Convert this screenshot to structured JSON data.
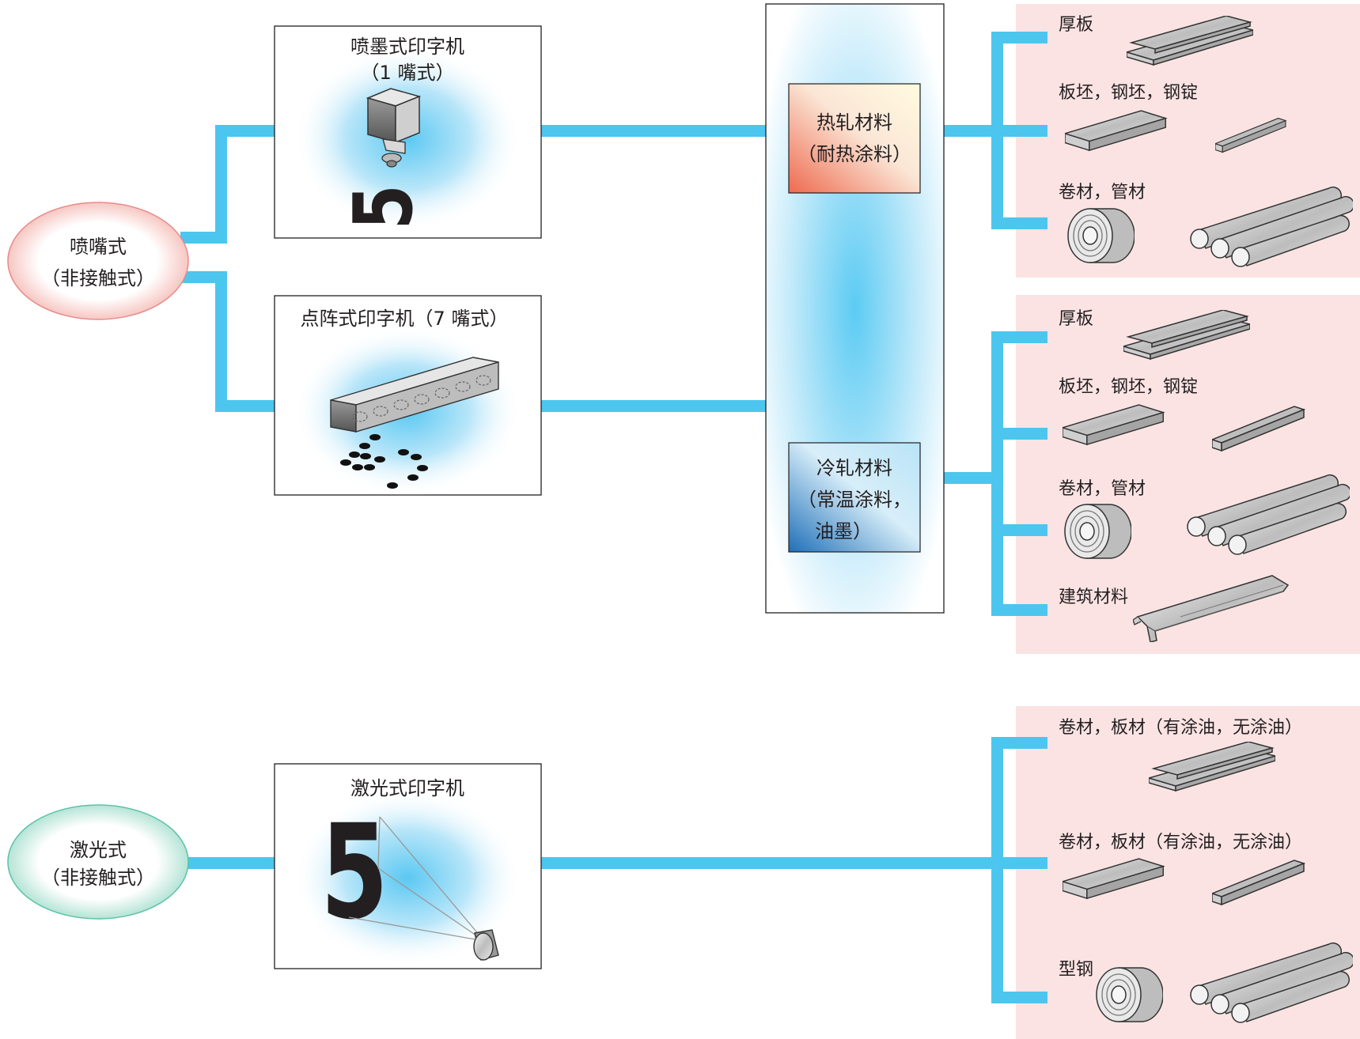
{
  "method_nozzle": {
    "line1": "喷嘴式",
    "line2": "（非接触式）"
  },
  "method_laser": {
    "line1": "激光式",
    "line2": "（非接触式）"
  },
  "printer_inkjet": {
    "title": "喷墨式印字机",
    "subtitle": "（1 嘴式）",
    "digit": "5"
  },
  "printer_dotmatrix": {
    "title": "点阵式印字机（7 嘴式）"
  },
  "printer_laser": {
    "title": "激光式印字机",
    "digit": "5"
  },
  "material_hot": {
    "line1": "热轧材料",
    "line2": "（耐热涂料）"
  },
  "material_cold": {
    "line1": "冷轧材料",
    "line2": "（常温涂料，",
    "line3": "油墨）"
  },
  "panel_hot": {
    "items": [
      {
        "label": "厚板",
        "icon": "thick-plate-icon"
      },
      {
        "label": "板坯，钢坯，钢锭",
        "icon": "slab-billet-icon"
      },
      {
        "label": "卷材，管材",
        "icon": "coil-pipe-icon"
      }
    ]
  },
  "panel_cold": {
    "items": [
      {
        "label": "厚板",
        "icon": "thick-plate-icon"
      },
      {
        "label": "板坯，钢坯，钢锭",
        "icon": "slab-billet-icon"
      },
      {
        "label": "卷材，管材",
        "icon": "coil-pipe-icon"
      },
      {
        "label": "建筑材料",
        "icon": "building-material-icon"
      }
    ]
  },
  "panel_laser": {
    "items": [
      {
        "label": "卷材，板材（有涂油，无涂油）",
        "icon": "thick-plate-icon"
      },
      {
        "label": "卷材，板材（有涂油，无涂油）",
        "icon": "slab-billet-icon"
      },
      {
        "label": "型钢",
        "icon": "coil-pipe-icon"
      }
    ]
  },
  "colors": {
    "connector": "#4cc6ee",
    "panel_bg": "#fbe3e3",
    "nozzle_ellipse_border": "#e98a8a",
    "laser_ellipse_border": "#5bc2a8",
    "hot_gradient": "#ee6a4f",
    "cold_gradient": "#1f6fb8"
  }
}
